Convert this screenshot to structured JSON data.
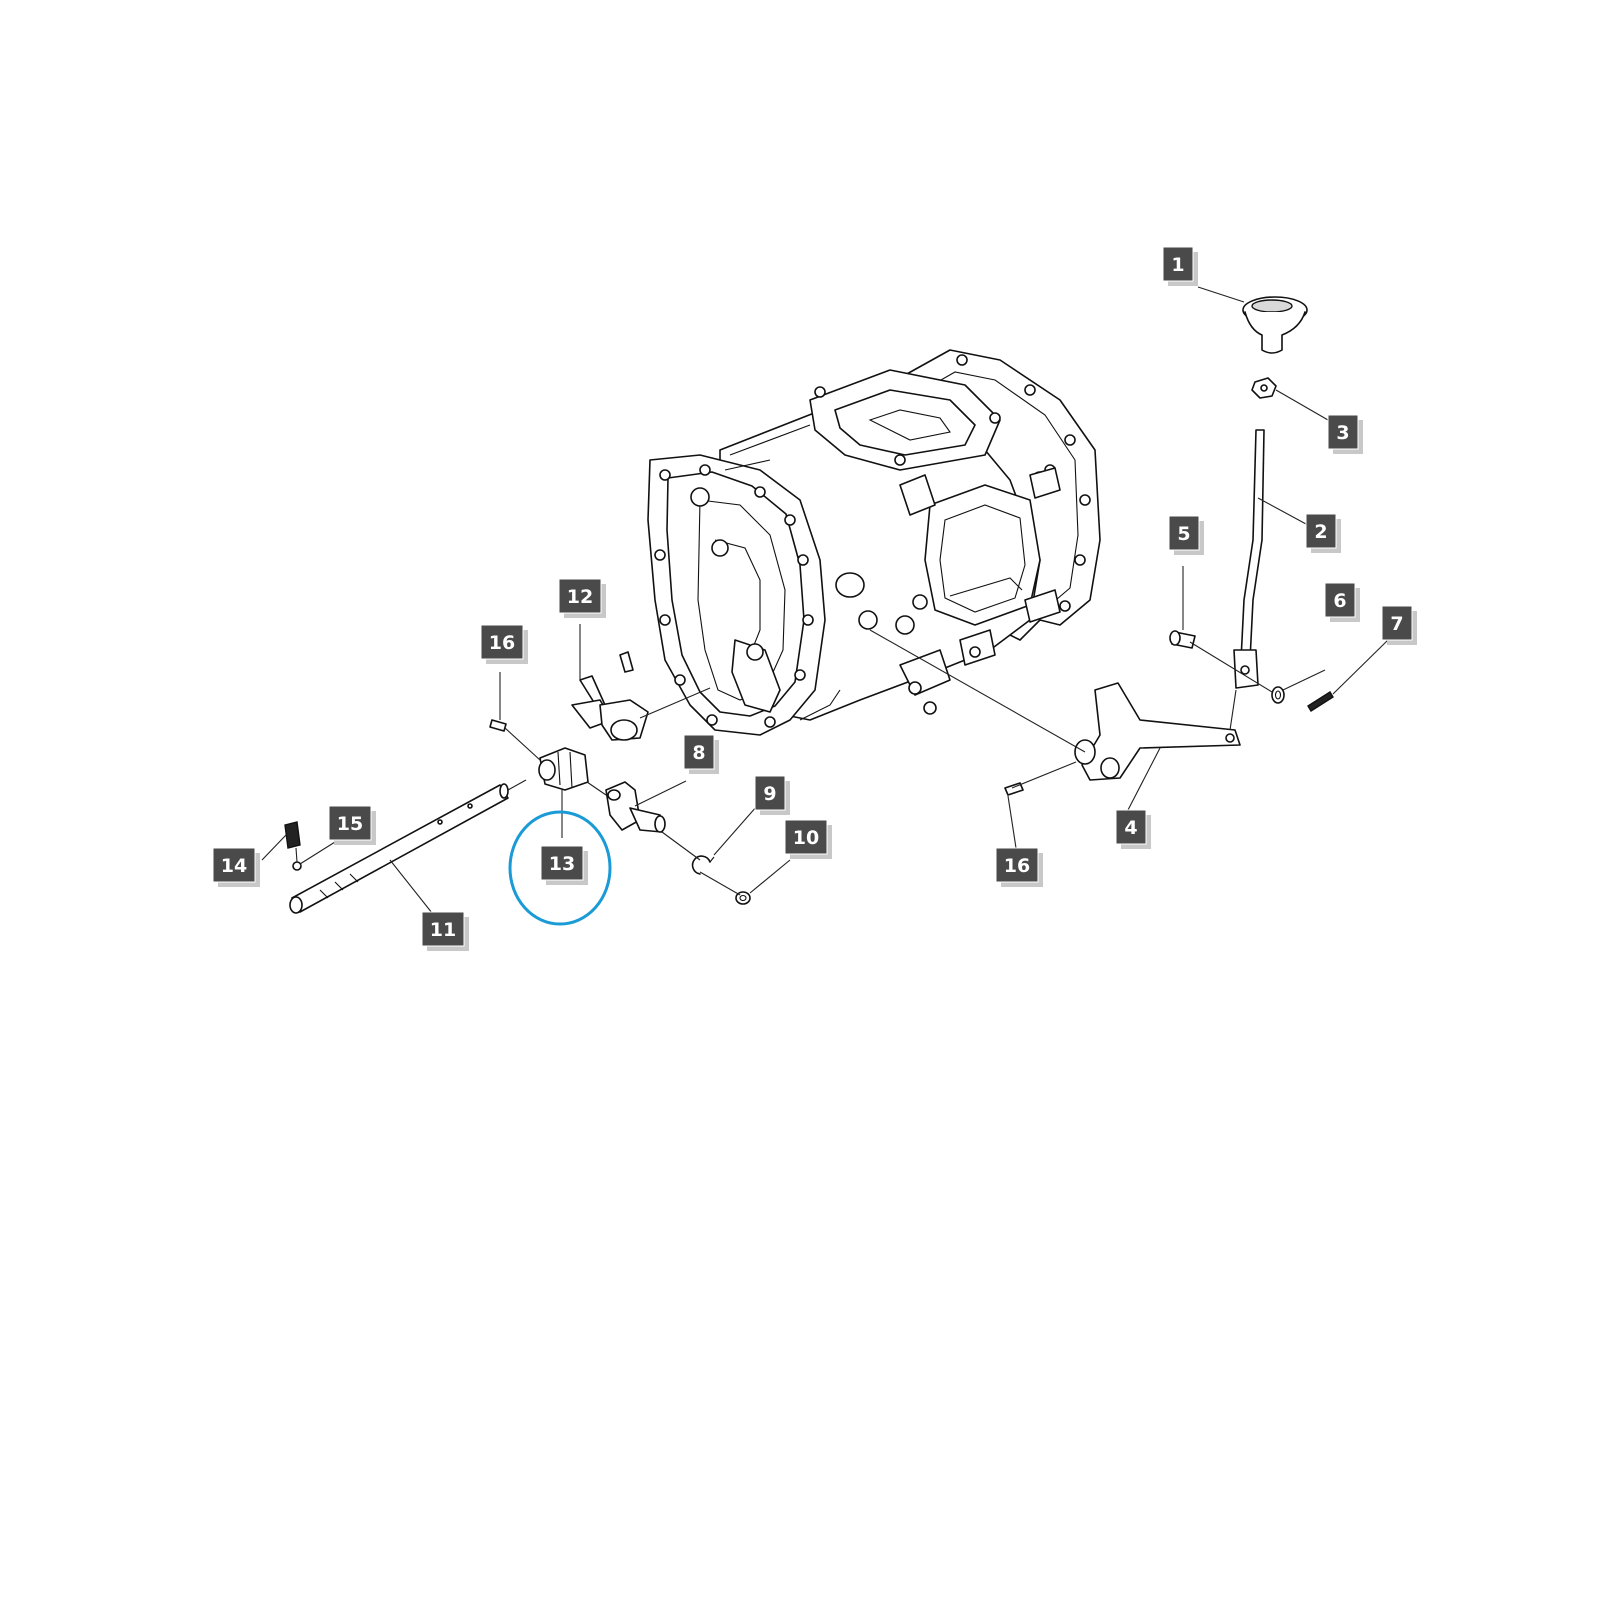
{
  "diagram": {
    "highlight_color": "#1a9ad6",
    "callout_color": "#4a4a4a",
    "highlighted_part": "13",
    "callouts": [
      {
        "id": "1",
        "label": "1"
      },
      {
        "id": "2",
        "label": "2"
      },
      {
        "id": "3",
        "label": "3"
      },
      {
        "id": "4",
        "label": "4"
      },
      {
        "id": "5",
        "label": "5"
      },
      {
        "id": "6",
        "label": "6"
      },
      {
        "id": "7",
        "label": "7"
      },
      {
        "id": "8",
        "label": "8"
      },
      {
        "id": "9",
        "label": "9"
      },
      {
        "id": "10",
        "label": "10"
      },
      {
        "id": "11",
        "label": "11"
      },
      {
        "id": "12",
        "label": "12"
      },
      {
        "id": "13",
        "label": "13"
      },
      {
        "id": "14",
        "label": "14"
      },
      {
        "id": "15",
        "label": "15"
      },
      {
        "id": "16a",
        "label": "16"
      },
      {
        "id": "16b",
        "label": "16"
      }
    ]
  }
}
